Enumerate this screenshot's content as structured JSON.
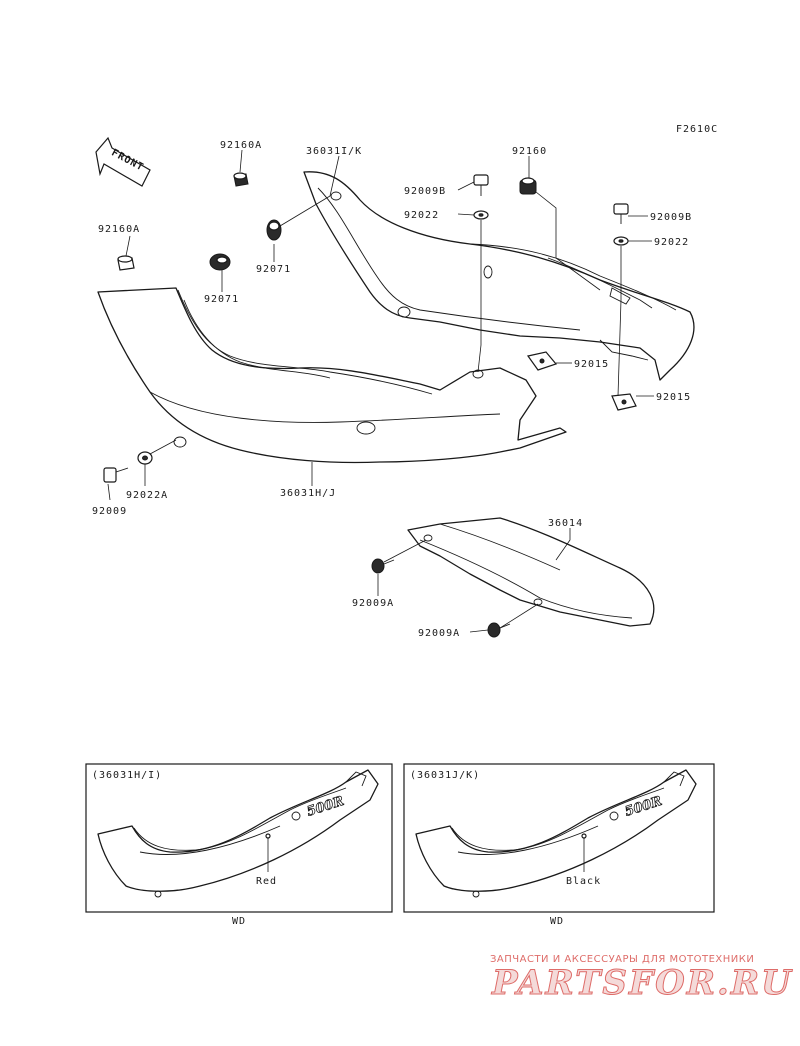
{
  "diagram": {
    "ref_code": "F2610C",
    "front_label": "FRONT",
    "part_labels": {
      "p92160A_top": "92160A",
      "p36031IK": "36031I/K",
      "p92160": "92160",
      "p92009B_center": "92009B",
      "p92022_center": "92022",
      "p92009B_right": "92009B",
      "p92022_right": "92022",
      "p92160A_left": "92160A",
      "p92071_upper": "92071",
      "p92071_lower": "92071",
      "p92015_center": "92015",
      "p92015_right": "92015",
      "p92009_left": "92009",
      "p92022A": "92022A",
      "p36031HJ": "36031H/J",
      "p36014": "36014",
      "p92009A_left": "92009A",
      "p92009A_right": "92009A"
    },
    "insets": [
      {
        "title": "(36031H/I)",
        "color": "Red",
        "model": "WD",
        "decal": "500R"
      },
      {
        "title": "(36031J/K)",
        "color": "Black",
        "model": "WD",
        "decal": "500R"
      }
    ]
  },
  "watermark": {
    "tagline": "ЗАПЧАСТИ И АКСЕССУАРЫ ДЛЯ МОТОТЕХНИКИ",
    "brand": "PARTSFOR.RU",
    "color": "#d9534f"
  }
}
